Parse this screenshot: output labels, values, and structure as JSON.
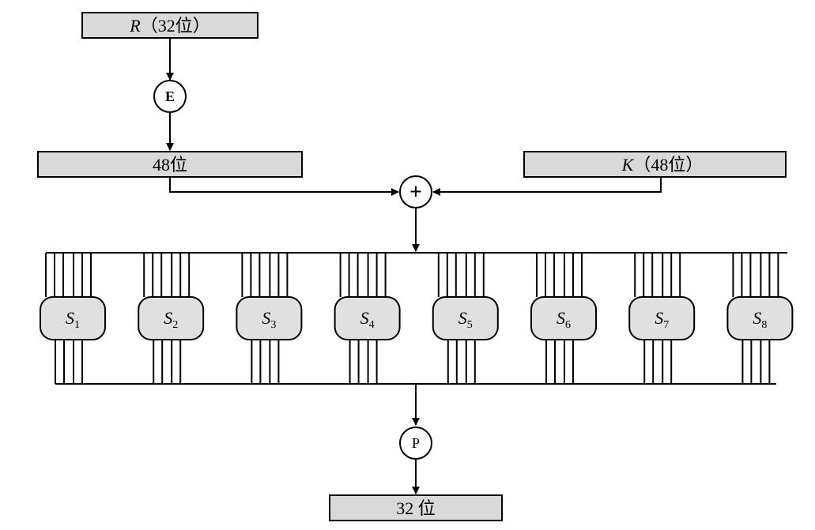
{
  "diagram": {
    "top_box": {
      "var": "R",
      "label": "（32位）"
    },
    "expand_op": "E",
    "expanded_box": "48位",
    "key_box": {
      "var": "K",
      "label": "（48位）"
    },
    "xor_op": "+",
    "sboxes": [
      {
        "name": "S",
        "sub": "1"
      },
      {
        "name": "S",
        "sub": "2"
      },
      {
        "name": "S",
        "sub": "3"
      },
      {
        "name": "S",
        "sub": "4"
      },
      {
        "name": "S",
        "sub": "5"
      },
      {
        "name": "S",
        "sub": "6"
      },
      {
        "name": "S",
        "sub": "7"
      },
      {
        "name": "S",
        "sub": "8"
      }
    ],
    "perm_op": "P",
    "output_box": "32 位",
    "colors": {
      "box_fill": "#d9d9d9",
      "sbox_fill": "#e0e0e0",
      "stroke": "#000000",
      "background": "#ffffff"
    }
  }
}
